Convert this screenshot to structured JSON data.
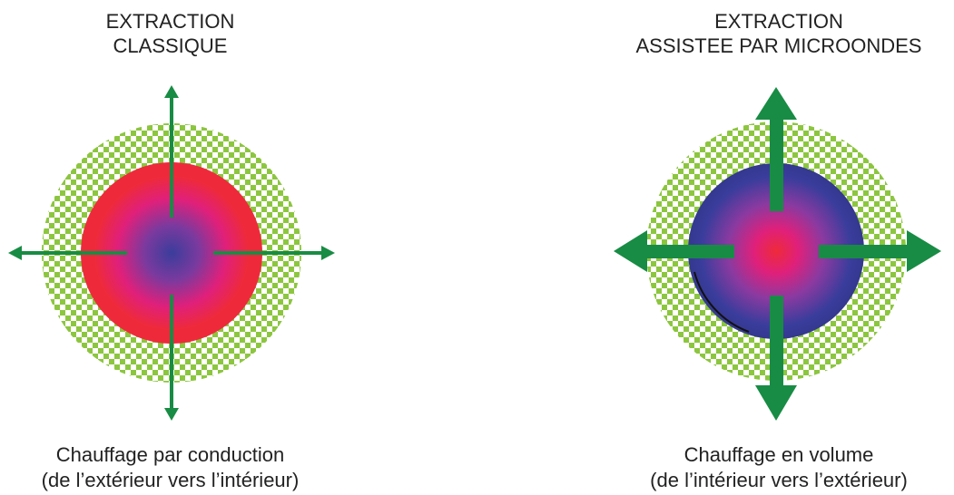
{
  "left": {
    "title_line1": "EXTRACTION",
    "title_line2": "CLASSIQUE",
    "caption_line1": "Chauffage par conduction",
    "caption_line2": "(de l’extérieur vers l’intérieur)"
  },
  "right": {
    "title_line1": "EXTRACTION",
    "title_line2": "ASSISTEE PAR MICROONDES",
    "caption_line1": "Chauffage en volume",
    "caption_line2": "(de l’intérieur vers l’extérieur)"
  },
  "colors": {
    "arrow_green": "#188c44",
    "checker_green": "#8cc63f",
    "hot_red": "#ee2a3a",
    "mid_pink": "#e0207a",
    "cool_blue": "#3a3d9c"
  }
}
